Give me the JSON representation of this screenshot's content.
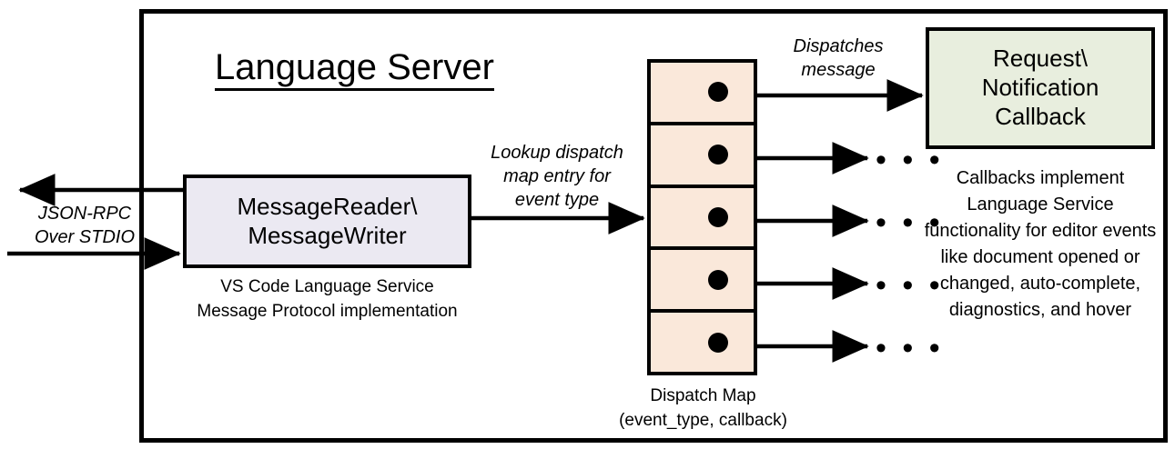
{
  "diagram": {
    "title": "Language Server",
    "container_label": "Language Server"
  },
  "reader": {
    "line1": "MessageReader\\",
    "line2": "MessageWriter",
    "caption_line1": "VS Code Language Service",
    "caption_line2": "Message Protocol implementation",
    "fill_color": "#ebe9f2"
  },
  "dispatch_map": {
    "caption_line1": "Dispatch Map",
    "caption_line2": "(event_type, callback)",
    "fill_color": "#fae8da",
    "cells": [
      {
        "id": "entry-1",
        "dot": "callback-dot"
      },
      {
        "id": "entry-2",
        "dot": "callback-dot"
      },
      {
        "id": "entry-3",
        "dot": "callback-dot"
      },
      {
        "id": "entry-4",
        "dot": "callback-dot"
      },
      {
        "id": "entry-5",
        "dot": "callback-dot"
      }
    ]
  },
  "callback": {
    "line1": "Request\\",
    "line2": "Notification",
    "line3": "Callback",
    "fill_color": "#e8eede",
    "caption": "Callbacks implement Language Service functionality for editor events like document opened or changed, auto-complete, diagnostics, and hover"
  },
  "labels": {
    "jsonrpc_line1": "JSON-RPC",
    "jsonrpc_line2": "Over STDIO",
    "lookup_line1": "Lookup dispatch",
    "lookup_line2": "map entry for",
    "lookup_line3": "event type",
    "dispatches_line1": "Dispatches",
    "dispatches_line2": "message"
  },
  "ellipses": [
    {
      "id": "ellipsis-row-2",
      "text": "• • •"
    },
    {
      "id": "ellipsis-row-3",
      "text": "• • •"
    },
    {
      "id": "ellipsis-row-4",
      "text": "• • •"
    },
    {
      "id": "ellipsis-row-5",
      "text": "• • •"
    }
  ],
  "colors": {
    "stroke": "#000000",
    "background": "#ffffff"
  }
}
